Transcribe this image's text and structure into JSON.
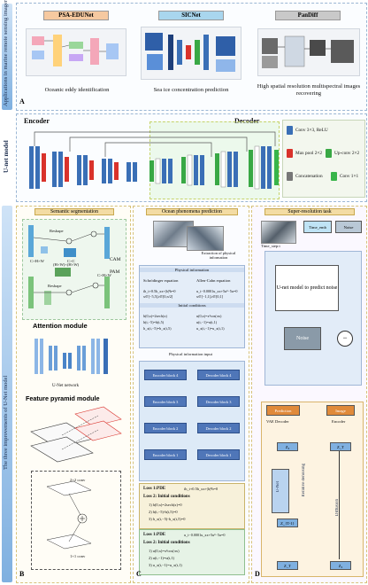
{
  "sidebar": {
    "applications": "Applications in marine remote sensing imagery",
    "unet_model": "U-net model",
    "improvements": "The three improvements of U-Net model"
  },
  "panel_a": {
    "label": "A",
    "cards": [
      {
        "tag": "PSA-EDUNet",
        "caption": "Oceanic eddy identification",
        "tag_color": "#f6c9a0"
      },
      {
        "tag": "SICNet",
        "caption": "Sea ice concentration prediction",
        "tag_color": "#a9d6ee"
      },
      {
        "tag": "PanDiff",
        "caption": "High spatial resolution multispectral images recovering",
        "tag_color": "#c9c9c9"
      }
    ]
  },
  "panel_arch": {
    "encoder": "Encoder",
    "decoder": "Decoder",
    "legend": [
      {
        "label": "Conv 3×3, ReLU",
        "color": "#3a6fb6"
      },
      {
        "label": "Max pool 2×2",
        "color": "#d9322b"
      },
      {
        "label": "Up-conv 2×2",
        "color": "#39a845"
      },
      {
        "label": "Concatenation",
        "color": "#777777"
      },
      {
        "label": "Conv 1×1",
        "color": "#38b54a"
      }
    ]
  },
  "panel_b": {
    "label": "B",
    "title": "Semantic segmentation",
    "cam": "CAM",
    "pam": "PAM",
    "reshape": "Reshape",
    "attention_module": "Attention module",
    "unet_network": "U-Net network",
    "feature_pyramid": "Feature pyramid module",
    "conv_2x2": "2×2 conv",
    "conv_1x1": "1×1 conv",
    "cxc": "C×C",
    "chxw": "C×H×W",
    "hw": "(H×W)×(H×W)"
  },
  "panel_c": {
    "label": "C",
    "title": "Ocean phenomena prediction",
    "extraction": "Extraction of physical information",
    "physical_information": "Physical information",
    "schrodinger": "Schrödinger equation",
    "allen_cahn": "Allen-Cahn equation",
    "eq1a": "ih_t+0.5h_xx+|h|²h=0",
    "eq1b": "x∈[−5,5],t∈[0,π/2]",
    "eq2a": "u_t−0.0001u_xx+5u³−5u=0",
    "eq2b": "x∈[−1,1],t∈[0,1]",
    "initial_conditions": "Initial conditions",
    "ic1": "h(0,x)=2sech(x)",
    "ic2": "h(t,−5)=h(t,5)",
    "ic3": "h_x(t,−5)=h_x(t,5)",
    "ic4": "u(0,x)=x²cos(πx)",
    "ic5": "u(t,−1)=u(t,1)",
    "ic6": "u_x(t,−1)=u_x(t,1)",
    "physical_input": "Physical information input",
    "encoder_blocks": [
      "Encoder block 4",
      "Encoder block 3",
      "Encoder block 2",
      "Encoder block 1"
    ],
    "decoder_blocks": [
      "Decoder block 4",
      "Decoder block 3",
      "Decoder block 2",
      "Decoder block 1"
    ],
    "loss1_label": "Loss 1:PDE",
    "loss1_eq": "ih_t+0.5h_xx+|h|²h=0",
    "loss2_label": "Loss 2: Initial conditions",
    "loss2_items": [
      "1) h(0,x)=2sech(x)=0",
      "2) h(t,−5)-h(t,5)=0",
      "3) h_x(t,−5)-h_x(t,5)=0"
    ],
    "loss1b_label": "Loss 1:PDE",
    "loss1b_eq": "u_t−0.0001u_xx+5u³−5u=0",
    "loss2b_label": "Loss 2: Initial conditions",
    "loss2b_items": [
      "1) u(0,x)=x²cos(πx)",
      "2) u(t,−1)=u(t,1)",
      "3) u_x(t,−1)=u_x(t,1)"
    ]
  },
  "panel_d": {
    "label": "D",
    "title": "Super-resolution task",
    "time_step": "Time_step:t",
    "time_emb": "Time_emb",
    "noise_top": "Noise",
    "unet_predict": "U-net model to predict noise",
    "noise_box": "Noise",
    "minus": "−",
    "prediction": "Prediction",
    "image": "Image",
    "vae_decoder": "VAE  Decoder",
    "encoder": "Encoder",
    "unet": "U-Net",
    "iterative": "Iterative denoising",
    "diffusion": "Diffusion",
    "z0": "Z₀",
    "zt1": "Z_{T-1}",
    "zt": "Z_T",
    "zt_right": "Z_T",
    "z0_right": "Z₀"
  }
}
